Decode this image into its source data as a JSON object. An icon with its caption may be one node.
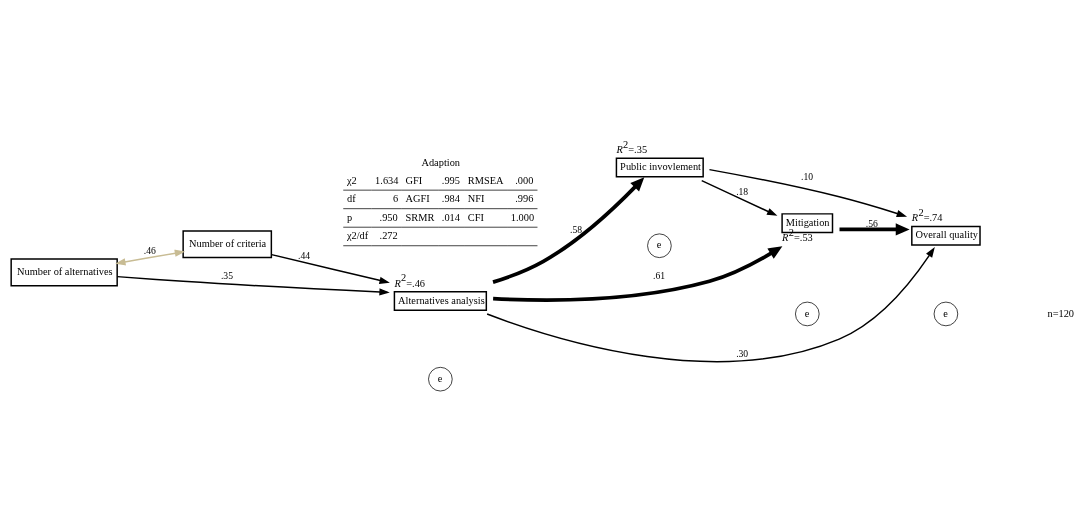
{
  "diagram": {
    "nodes": [
      {
        "text": [
          "Number of alternatives"
        ]
      },
      {
        "text": [
          "Number of criteria"
        ]
      },
      {
        "text": [
          "Alternatives analysis"
        ],
        "beside": [
          "*R*$^{2}$=.46"
        ]
      },
      {
        "text": [
          "Public invovlement"
        ],
        "beside": [
          "*R*$^{2}$=.35"
        ]
      },
      {
        "text": [
          "Overall quality"
        ],
        "beside": [
          "*R*$^{2}$=.74"
        ]
      },
      {
        "text": [
          "Mitigation"
        ],
        "beside": [
          "*R*$^{2}$=.53"
        ]
      },
      {
        "text": [
          "e"
        ]
      },
      {
        "text": [
          "e"
        ]
      },
      {
        "text": [
          "e"
        ]
      },
      {
        "text": [
          "e"
        ]
      }
    ],
    "edges": [
      {
        "from": 0,
        "to": 2,
        "arrow": "to",
        "label": ".35"
      },
      {
        "from": 1,
        "to": 2,
        "arrow": "to",
        "label": ".44"
      },
      {
        "from": 0,
        "to": 1,
        "arrow": "both",
        "label": ".46",
        "color": "#c8bc94"
      },
      {
        "from": 2,
        "to": 3,
        "arrow": "to",
        "label": ".58",
        "style": "thick"
      },
      {
        "from": 2,
        "to": 5,
        "arrow": "to",
        "label": ".61",
        "style": "thick"
      },
      {
        "from": 2,
        "to": 4,
        "arrow": "to",
        "label": ".30"
      },
      {
        "from": 3,
        "to": 4,
        "arrow": "to",
        "label": ".10"
      },
      {
        "from": 3,
        "to": 5,
        "arrow": "to",
        "label": ".18"
      },
      {
        "from": 5,
        "to": 4,
        "arrow": "to",
        "label": ".56",
        "style": "thick"
      }
    ],
    "labels": [
      "n=120",
      "Adaption",
      "χ2",
      "1.634",
      "GFI",
      ".995",
      "RMSEA",
      ".000",
      "df",
      "6",
      "AGFI",
      ".984",
      "NFI",
      ".996",
      "p",
      ".950",
      "SRMR",
      ".014",
      "CFI",
      "1.000",
      "χ2/df",
      ".272"
    ]
  }
}
